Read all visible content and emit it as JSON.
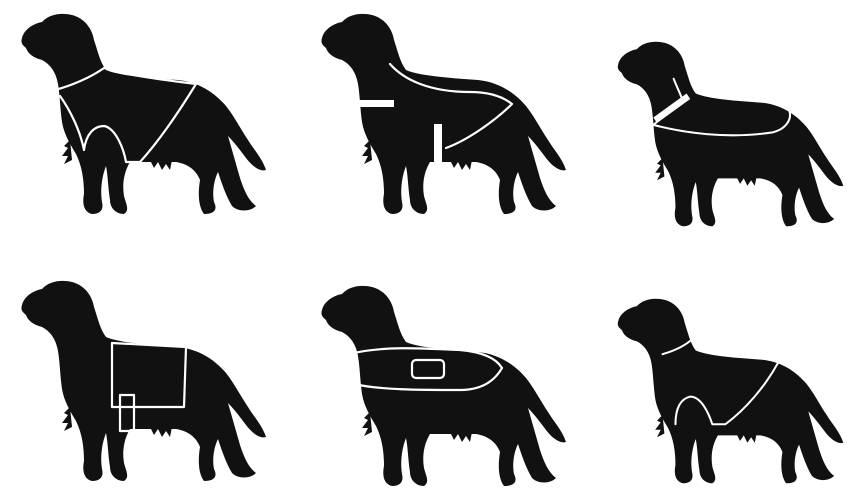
{
  "figure": {
    "panels": [
      {
        "id": "p1",
        "subject": "dog-silhouette",
        "garment": "full-body-coat"
      },
      {
        "id": "p2",
        "subject": "dog-silhouette",
        "garment": "harness-coat-with-belly-strap"
      },
      {
        "id": "p3",
        "subject": "dog-silhouette",
        "garment": "cape-with-collar-band"
      },
      {
        "id": "p4",
        "subject": "dog-silhouette",
        "garment": "saddle-blanket-with-strap"
      },
      {
        "id": "p5",
        "subject": "dog-silhouette",
        "garment": "vest-with-id-patch"
      },
      {
        "id": "p6",
        "subject": "dog-silhouette",
        "garment": "full-body-coat"
      }
    ],
    "colors": {
      "silhouette": "#111111",
      "outline": "#ffffff",
      "background": "#ffffff"
    }
  }
}
